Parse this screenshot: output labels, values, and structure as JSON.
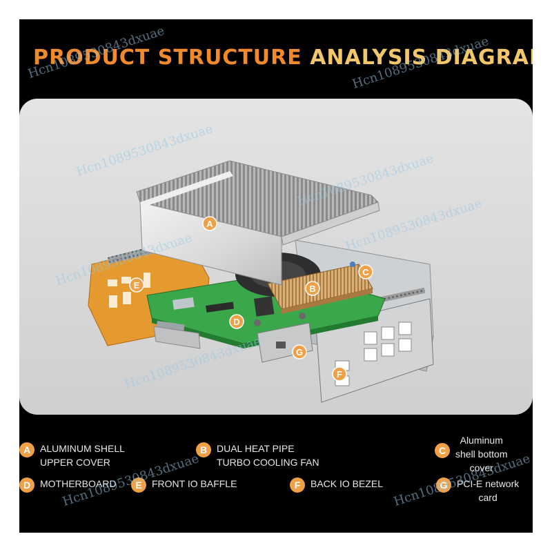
{
  "title": {
    "part1": "PRODUCT STRUCTURE",
    "part2": "ANALYSIS DIAGRAM"
  },
  "colors": {
    "background": "#000000",
    "title_orange": "#f08a2b",
    "title_gold": "#f4c66a",
    "badge": "#f0a046",
    "stage": "#d9d9d9",
    "board": "#3aa84a"
  },
  "callouts": [
    {
      "letter": "A"
    },
    {
      "letter": "B"
    },
    {
      "letter": "C"
    },
    {
      "letter": "D"
    },
    {
      "letter": "E"
    },
    {
      "letter": "F"
    },
    {
      "letter": "G"
    }
  ],
  "legend": [
    {
      "letter": "A",
      "line1": "ALUMINUM SHELL",
      "line2": "UPPER COVER"
    },
    {
      "letter": "B",
      "line1": "DUAL HEAT PIPE",
      "line2": "TURBO COOLING FAN"
    },
    {
      "letter": "C",
      "line1": "Aluminum",
      "line2": "shell bottom",
      "line3": "cover"
    },
    {
      "letter": "D",
      "line1": "MOTHERBOARD"
    },
    {
      "letter": "E",
      "line1": "FRONT IO BAFFLE"
    },
    {
      "letter": "F",
      "line1": "BACK IO BEZEL"
    },
    {
      "letter": "G",
      "line1": "PCI-E network",
      "line2": "card"
    }
  ],
  "watermark": "Hcn1089530843dxuae"
}
